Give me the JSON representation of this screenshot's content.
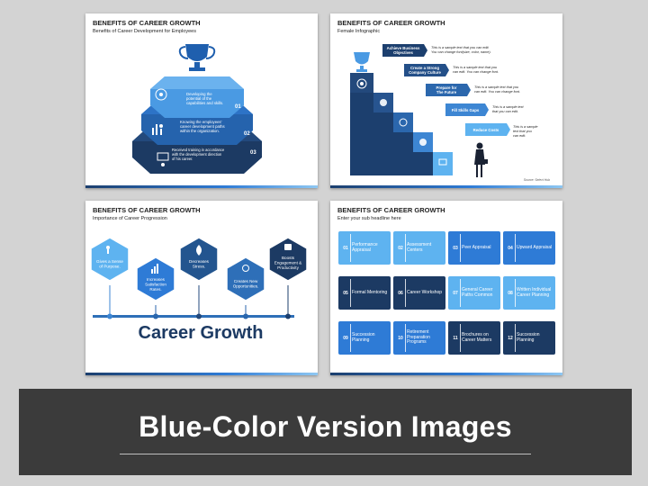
{
  "slides": {
    "s1": {
      "title": "BENEFITS OF CAREER GROWTH",
      "subtitle": "Benefits of Career Development for Employees",
      "tiers": [
        {
          "num": "01",
          "text_l1": "Developing the",
          "text_l2": "potential of the",
          "text_l3": "capabilities and skills."
        },
        {
          "num": "02",
          "text_l1": "Knowing the employees'",
          "text_l2": "career development paths",
          "text_l3": "within the organization."
        },
        {
          "num": "03",
          "text_l1": "Received training in accordance",
          "text_l2": "with the development direction",
          "text_l3": "of his career."
        }
      ]
    },
    "s2": {
      "title": "BENEFITS OF CAREER GROWTH",
      "subtitle": "Female Infographic",
      "steps": [
        {
          "l1": "Achieve Business",
          "l2": "Objectives",
          "d1": "This is a sample text that you can edit.",
          "d2": "You can change font(size, color, name)."
        },
        {
          "l1": "Create a Strong",
          "l2": "Company Culture",
          "d1": "This is a sample text that you",
          "d2": "can edit. You can change font."
        },
        {
          "l1": "Prepare for",
          "l2": "The Future",
          "d1": "This is a sample text that you",
          "d2": "can edit. You can change font."
        },
        {
          "l1": "Fill Skills Gaps",
          "l2": "",
          "d1": "This is a sample text",
          "d2": "that you can edit."
        },
        {
          "l1": "Reduce Costs",
          "l2": "",
          "d1": "This is a sample",
          "d2": "text that you",
          "d3": "can edit."
        }
      ],
      "source": "Source: Select Hub"
    },
    "s3": {
      "title": "BENEFITS OF CAREER GROWTH",
      "subtitle": "Importance of Career Progression",
      "badges": [
        {
          "l1": "Gives a Sense",
          "l2": "of Purpose.",
          "l3": ""
        },
        {
          "l1": "Increases",
          "l2": "Satisfaction",
          "l3": "Rates."
        },
        {
          "l1": "Decreases",
          "l2": "Stress.",
          "l3": ""
        },
        {
          "l1": "Creates New",
          "l2": "Opportunities.",
          "l3": ""
        },
        {
          "l1": "Boosts",
          "l2": "Engagement &",
          "l3": "Productivity"
        }
      ],
      "big_text": "Career Growth"
    },
    "s4": {
      "title": "BENEFITS OF CAREER GROWTH",
      "subtitle": "Enter your sub headline here",
      "cards": [
        {
          "num": "01",
          "label": "Performance Appraisal"
        },
        {
          "num": "02",
          "label": "Assessment Centers"
        },
        {
          "num": "03",
          "label": "Peer Appraisal"
        },
        {
          "num": "04",
          "label": "Upward Appraisal"
        },
        {
          "num": "05",
          "label": "Formal Mentoring"
        },
        {
          "num": "06",
          "label": "Career Workshop"
        },
        {
          "num": "07",
          "label": "General Career Paths Common"
        },
        {
          "num": "08",
          "label": "Written Individual Career Planning"
        },
        {
          "num": "09",
          "label": "Succession Planning"
        },
        {
          "num": "10",
          "label": "Retirement Preparation Programs"
        },
        {
          "num": "11",
          "label": "Brochures on Career Matters"
        },
        {
          "num": "12",
          "label": "Succession Planning"
        }
      ]
    }
  },
  "banner": {
    "title": "Blue-Color Version Images"
  },
  "colors": {
    "navy": "#1c3f6e",
    "blue": "#2e7bd6",
    "mid": "#2f6fb8",
    "light": "#5eb3f0",
    "dark": "#1c3a63"
  }
}
